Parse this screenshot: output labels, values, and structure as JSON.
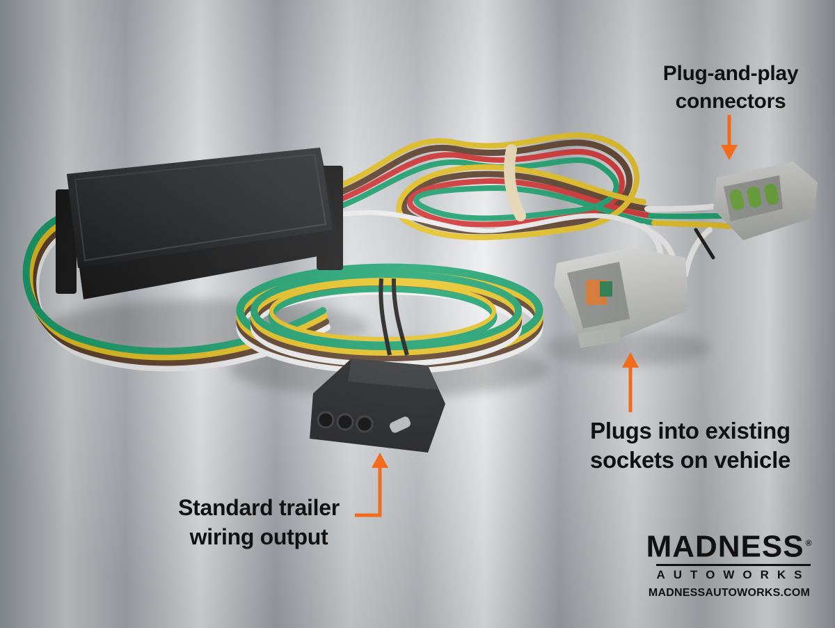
{
  "callouts": {
    "plug_and_play": {
      "line1": "Plug-and-play",
      "line2": "connectors"
    },
    "sockets": {
      "line1": "Plugs into existing",
      "line2": "sockets on vehicle"
    },
    "trailer": {
      "line1": "Standard trailer",
      "line2": "wiring output"
    }
  },
  "brand": {
    "name": "MADNESS",
    "registered_mark": "®",
    "tagline": "AUTOWORKS",
    "url": "MADNESSAUTOWORKS.COM"
  },
  "colors": {
    "arrow": "#f26a1b",
    "wire_green": "#14a06b",
    "wire_yellow": "#e8c21a",
    "wire_brown": "#5b3b26",
    "wire_white": "#f2f2f2",
    "wire_red": "#d62c2c",
    "module_black": "#1b1c1e",
    "connector_gray": "#c9cbc7"
  }
}
